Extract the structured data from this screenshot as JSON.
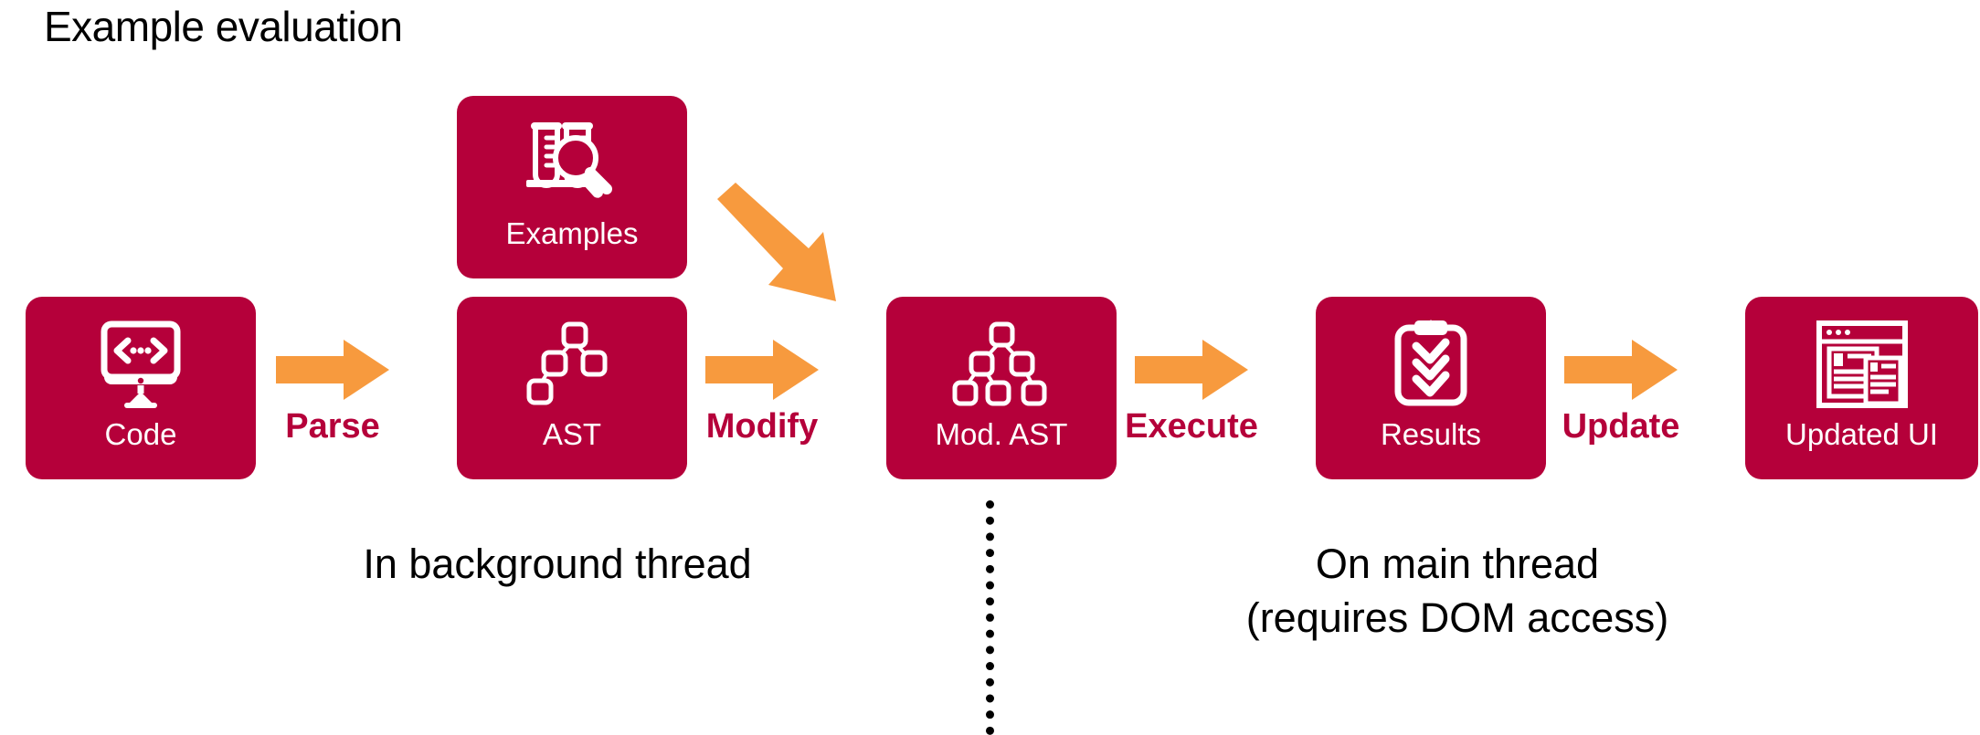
{
  "title": "Example evaluation",
  "colors": {
    "card_bg": "#B5003A",
    "arrow": "#F79A3E",
    "label": "#B5003A",
    "text": "#000000",
    "page_bg": "#FFFFFF"
  },
  "cards": [
    {
      "id": "code",
      "label": "Code",
      "icon": "monitor-code-icon"
    },
    {
      "id": "examples",
      "label": "Examples",
      "icon": "test-tubes-magnifier-icon"
    },
    {
      "id": "ast",
      "label": "AST",
      "icon": "tree-small-icon"
    },
    {
      "id": "mod_ast",
      "label": "Mod. AST",
      "icon": "tree-large-icon"
    },
    {
      "id": "results",
      "label": "Results",
      "icon": "clipboard-checks-icon"
    },
    {
      "id": "updated_ui",
      "label": "Updated UI",
      "icon": "browser-window-icon"
    }
  ],
  "transitions": [
    {
      "id": "parse",
      "label": "Parse",
      "from": "code",
      "to": "ast",
      "arrow": "arrow-right-icon"
    },
    {
      "id": "modify",
      "label": "Modify",
      "from": "ast",
      "to": "mod_ast",
      "arrow": "arrow-right-icon"
    },
    {
      "id": "execute",
      "label": "Execute",
      "from": "mod_ast",
      "to": "results",
      "arrow": "arrow-right-icon"
    },
    {
      "id": "update",
      "label": "Update",
      "from": "results",
      "to": "updated_ui",
      "arrow": "arrow-right-icon"
    }
  ],
  "diagonal_arrow": {
    "id": "examples-into-modast",
    "from": "examples",
    "to": "mod_ast",
    "arrow": "arrow-down-right-icon"
  },
  "divider": {
    "id": "thread-boundary",
    "style": "dotted-vertical"
  },
  "captions": {
    "background": "In background thread",
    "main": "On main thread\n(requires DOM access)"
  }
}
